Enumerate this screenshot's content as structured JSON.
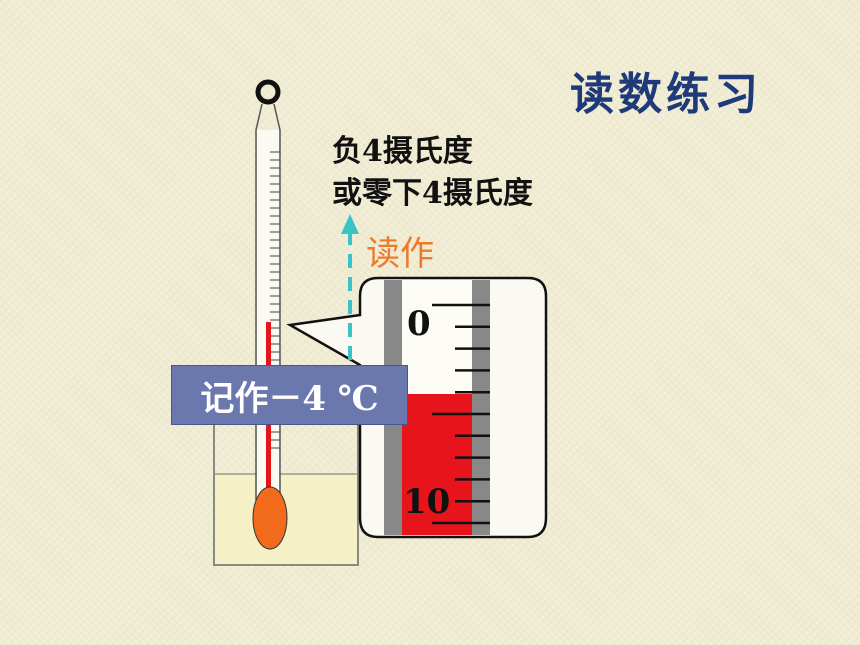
{
  "title": "读数练习",
  "reading_line1": "负4摄氏度",
  "reading_line2": "或零下4摄氏度",
  "read_as_label": "读作",
  "record_label": "记作－4 ℃",
  "scale_label_zero": "0",
  "scale_label_ten": "10",
  "temperature_reading_celsius": -4,
  "colors": {
    "title": "#1f3a7a",
    "read_as": "#ee7b2c",
    "record_box": "#6b78ad",
    "mercury": "#e8141b",
    "bulb": "#f26a1b",
    "arrow": "#3cc3c8",
    "liquid": "#f5f0c6"
  }
}
